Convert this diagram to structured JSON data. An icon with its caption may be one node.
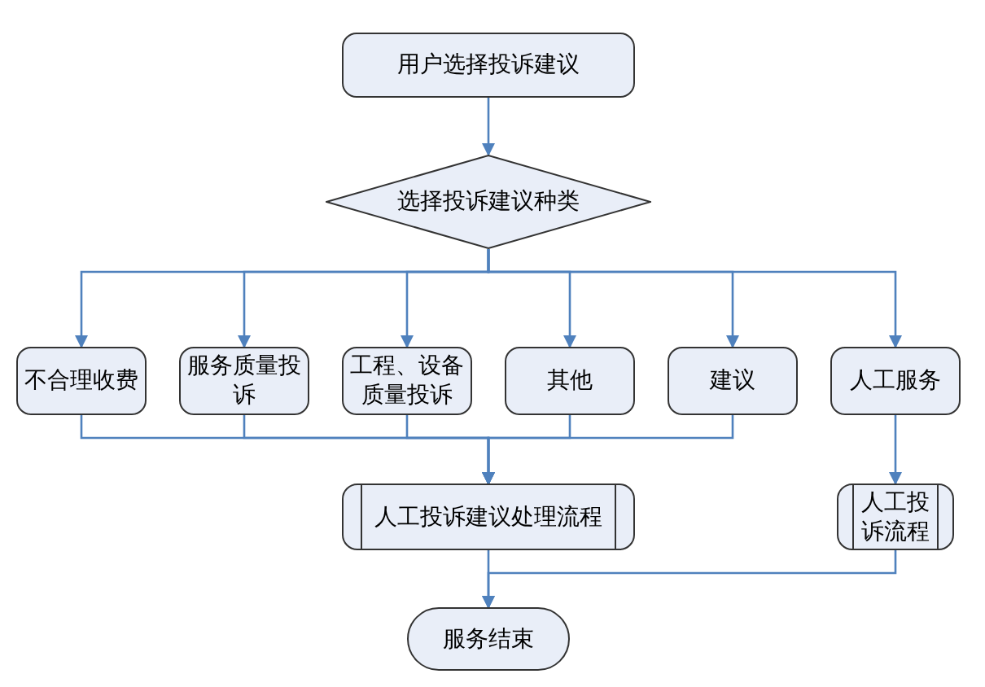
{
  "diagram": {
    "nodes": [
      {
        "text": [
          "用户选择投诉建议"
        ]
      },
      {
        "text": [
          "选择投诉建议种类"
        ]
      },
      {
        "text": [
          "不合理收费"
        ]
      },
      {
        "text": [
          "服务质量投诉"
        ]
      },
      {
        "text": [
          "工程、设备质量投诉"
        ]
      },
      {
        "text": [
          "其他"
        ]
      },
      {
        "text": [
          "建议"
        ]
      },
      {
        "text": [
          "人工服务"
        ]
      },
      {
        "text": [
          "人工投诉建议处理流程"
        ]
      },
      {
        "text": [
          "人工投诉流程"
        ]
      },
      {
        "text": [
          "服务结束"
        ]
      }
    ],
    "edges": [
      {
        "from": 0,
        "to": 1,
        "arrow": "to"
      },
      {
        "from": 1,
        "to": 2,
        "arrow": "to"
      },
      {
        "from": 1,
        "to": 3,
        "arrow": "to"
      },
      {
        "from": 1,
        "to": 4,
        "arrow": "to"
      },
      {
        "from": 1,
        "to": 5,
        "arrow": "to"
      },
      {
        "from": 1,
        "to": 6,
        "arrow": "to"
      },
      {
        "from": 1,
        "to": 7,
        "arrow": "to"
      },
      {
        "from": 2,
        "to": 8,
        "arrow": "to"
      },
      {
        "from": 3,
        "to": 8,
        "arrow": "to"
      },
      {
        "from": 4,
        "to": 8,
        "arrow": "to"
      },
      {
        "from": 5,
        "to": 8,
        "arrow": "to"
      },
      {
        "from": 6,
        "to": 8,
        "arrow": "to"
      },
      {
        "from": 7,
        "to": 9,
        "arrow": "to"
      },
      {
        "from": 8,
        "to": 10,
        "arrow": "to"
      },
      {
        "from": 9,
        "to": 10,
        "arrow": "to"
      }
    ]
  }
}
